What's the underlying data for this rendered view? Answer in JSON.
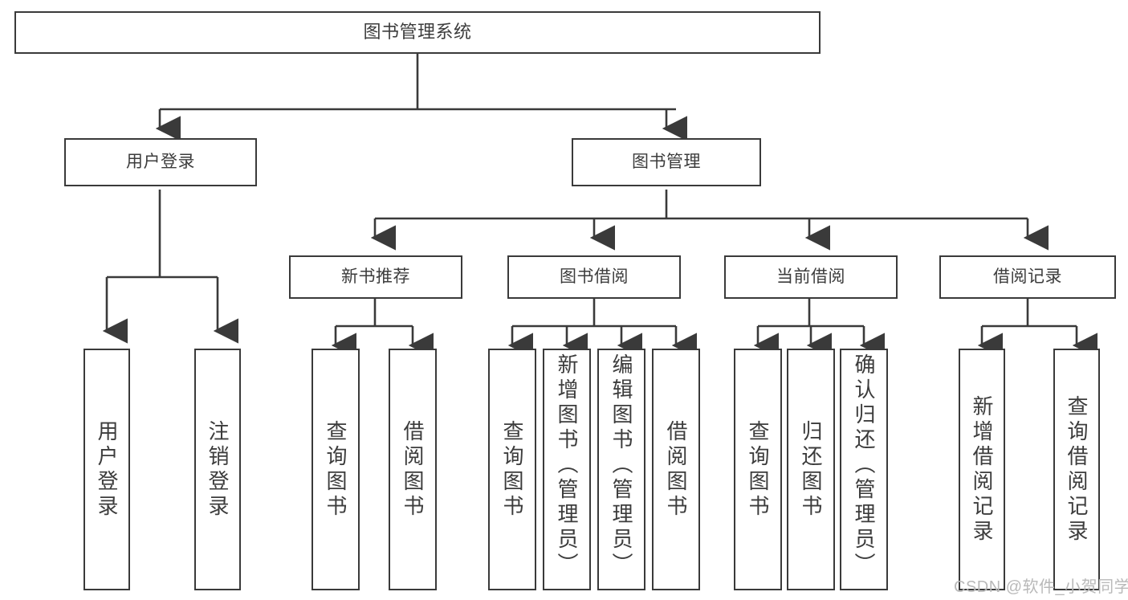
{
  "diagram": {
    "type": "tree-hierarchy",
    "title": "图书管理系统",
    "watermark": "CSDN @软件_小贺同学",
    "colors": {
      "box_border": "#3a3a3a",
      "box_fill": "#ffffff",
      "connector": "#3a3a3a",
      "text": "#3c3c3c",
      "watermark": "#b9b9b9",
      "background": "#ffffff"
    },
    "root": {
      "label": "图书管理系统"
    },
    "level2": [
      {
        "id": "user-login",
        "label": "用户登录"
      },
      {
        "id": "book-management",
        "label": "图书管理"
      }
    ],
    "level3": [
      {
        "id": "new-book-recommend",
        "label": "新书推荐",
        "parent": "book-management"
      },
      {
        "id": "book-borrow",
        "label": "图书借阅",
        "parent": "book-management"
      },
      {
        "id": "current-borrow",
        "label": "当前借阅",
        "parent": "book-management"
      },
      {
        "id": "borrow-record",
        "label": "借阅记录",
        "parent": "book-management"
      }
    ],
    "leaves": {
      "user-login": [
        {
          "id": "leaf-user-login",
          "label": "用户登录"
        },
        {
          "id": "leaf-user-logout",
          "label": "注销登录"
        }
      ],
      "new-book-recommend": [
        {
          "id": "leaf-query-book-1",
          "label": "查询图书"
        },
        {
          "id": "leaf-borrow-book-1",
          "label": "借阅图书"
        }
      ],
      "book-borrow": [
        {
          "id": "leaf-query-book-2",
          "label": "查询图书"
        },
        {
          "id": "leaf-add-book",
          "label": "新增图书（管理员）"
        },
        {
          "id": "leaf-edit-book",
          "label": "编辑图书（管理员）"
        },
        {
          "id": "leaf-borrow-book-2",
          "label": "借阅图书"
        }
      ],
      "current-borrow": [
        {
          "id": "leaf-query-book-3",
          "label": "查询图书"
        },
        {
          "id": "leaf-return-book",
          "label": "归还图书"
        },
        {
          "id": "leaf-confirm-return",
          "label": "确认归还（管理员）"
        }
      ],
      "borrow-record": [
        {
          "id": "leaf-add-record",
          "label": "新增借阅记录"
        },
        {
          "id": "leaf-query-record",
          "label": "查询借阅记录"
        }
      ]
    }
  }
}
